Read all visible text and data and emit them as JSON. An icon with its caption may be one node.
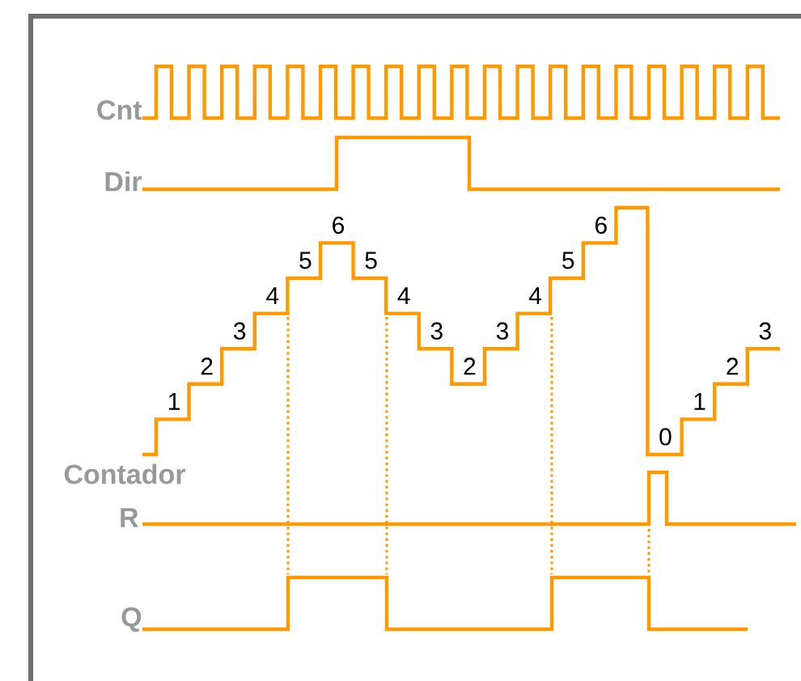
{
  "diagram": {
    "labels": [
      "Cnt",
      "Dir",
      "1",
      "2",
      "3",
      "4",
      "5",
      "6",
      "5",
      "4",
      "3",
      "2",
      "3",
      "4",
      "5",
      "6",
      "0",
      "1",
      "2",
      "3",
      "Contador",
      "R",
      "Q"
    ]
  }
}
